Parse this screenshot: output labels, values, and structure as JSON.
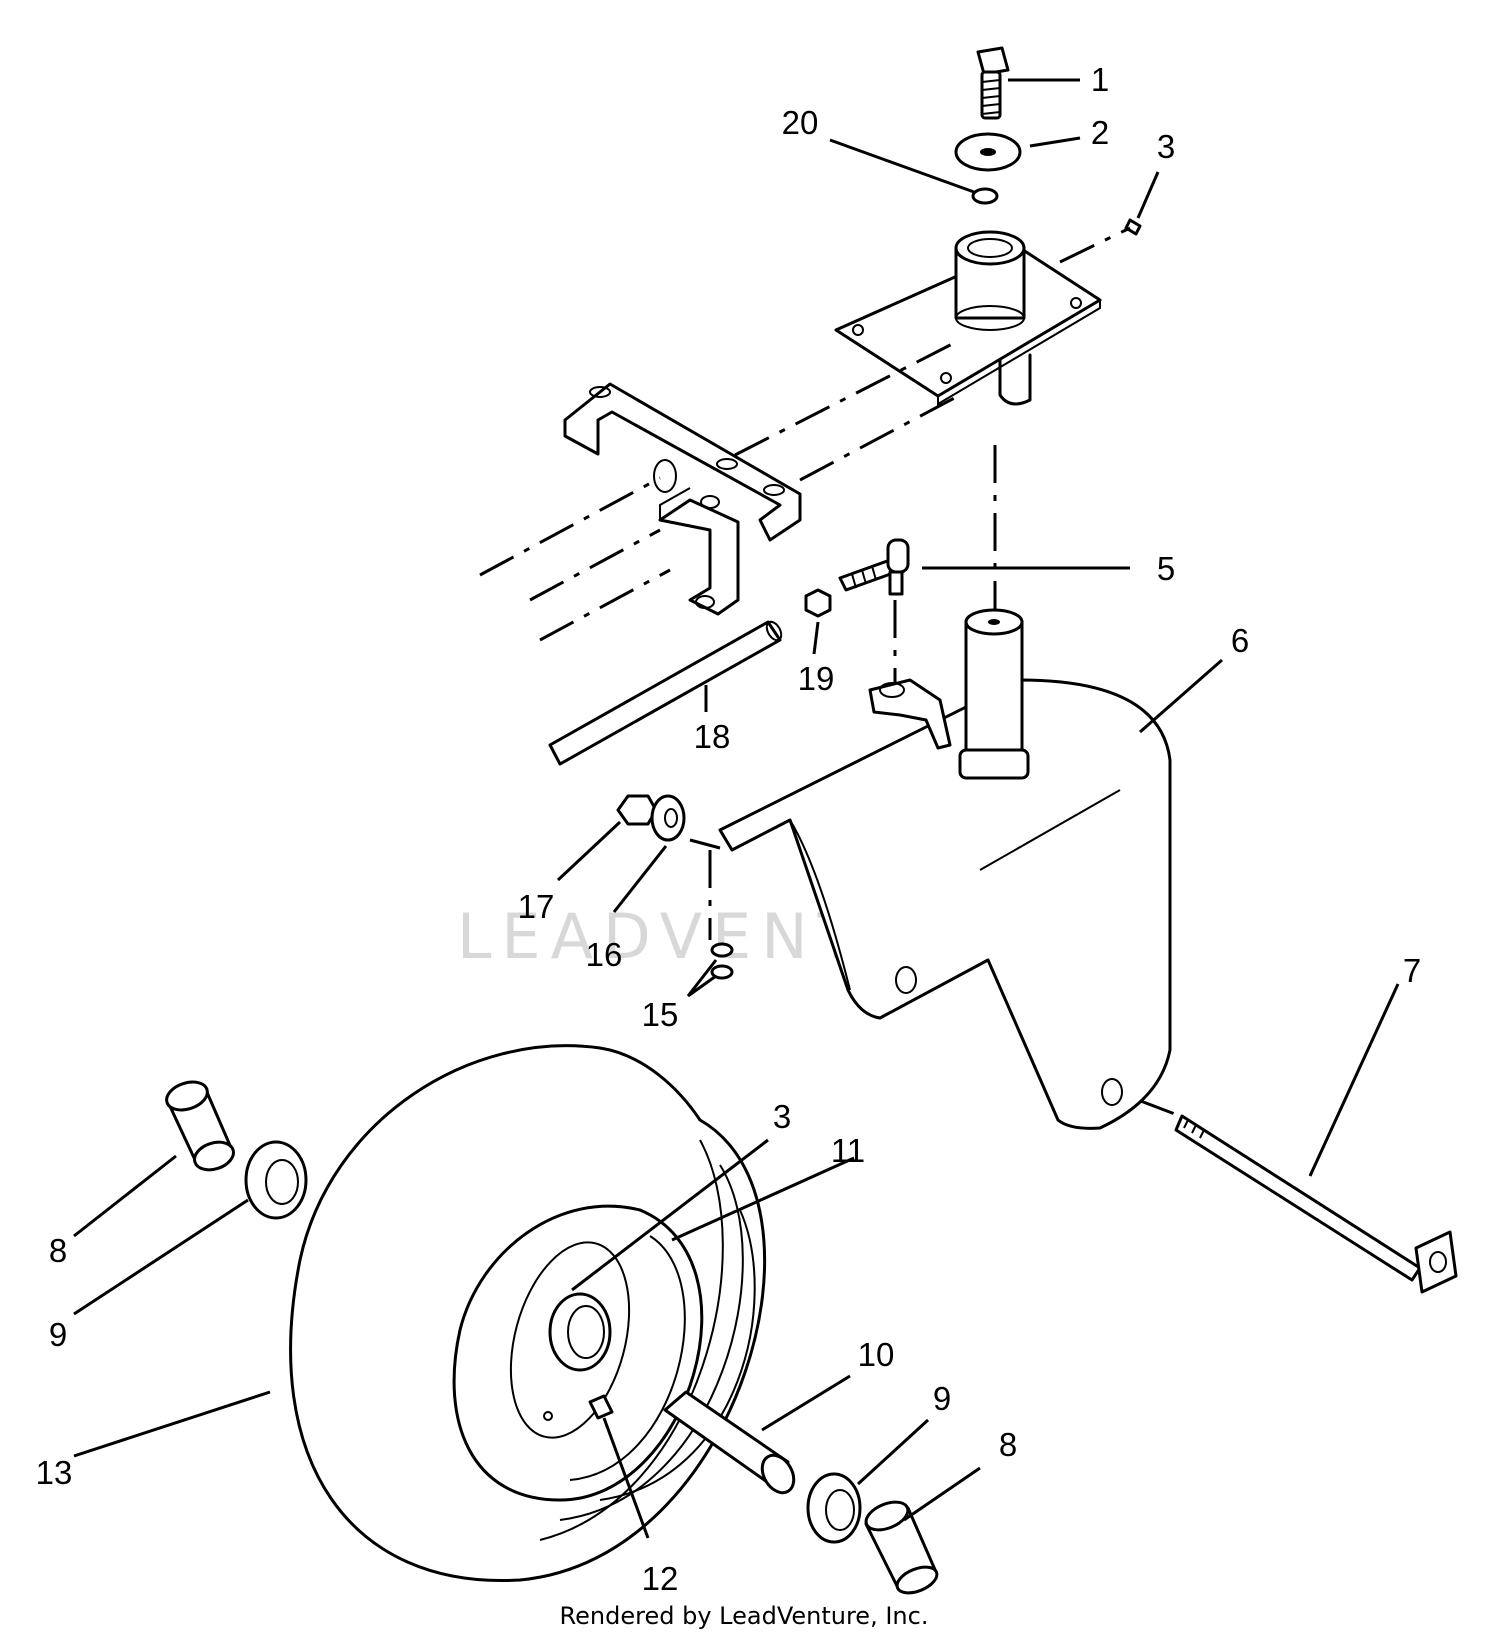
{
  "watermark": "LEADVENTURE",
  "credit": "Rendered by LeadVenture, Inc.",
  "callouts": [
    {
      "id": "1",
      "label": "1"
    },
    {
      "id": "2",
      "label": "2"
    },
    {
      "id": "20",
      "label": "20"
    },
    {
      "id": "3a",
      "label": "3"
    },
    {
      "id": "5",
      "label": "5"
    },
    {
      "id": "6",
      "label": "6"
    },
    {
      "id": "19",
      "label": "19"
    },
    {
      "id": "18",
      "label": "18"
    },
    {
      "id": "17",
      "label": "17"
    },
    {
      "id": "16",
      "label": "16"
    },
    {
      "id": "15",
      "label": "15"
    },
    {
      "id": "7",
      "label": "7"
    },
    {
      "id": "3b",
      "label": "3"
    },
    {
      "id": "11",
      "label": "11"
    },
    {
      "id": "8a",
      "label": "8"
    },
    {
      "id": "9a",
      "label": "9"
    },
    {
      "id": "13",
      "label": "13"
    },
    {
      "id": "10",
      "label": "10"
    },
    {
      "id": "9b",
      "label": "9"
    },
    {
      "id": "8b",
      "label": "8"
    },
    {
      "id": "12",
      "label": "12"
    }
  ]
}
